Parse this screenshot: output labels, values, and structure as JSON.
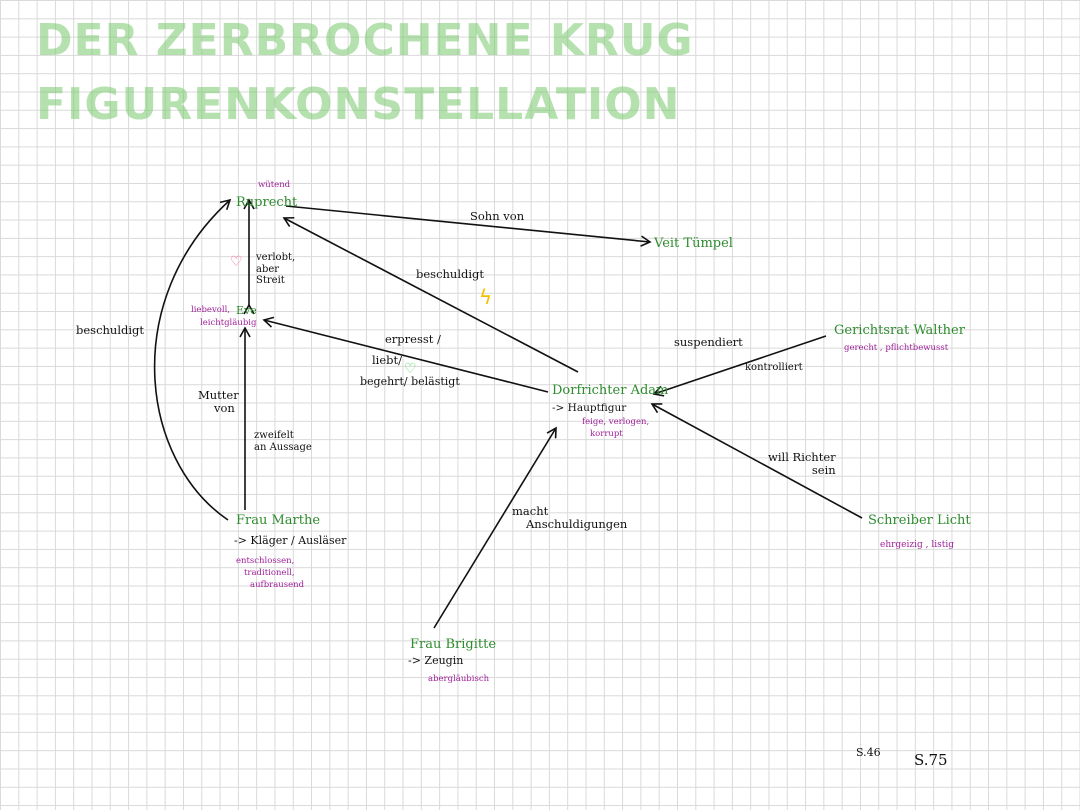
{
  "title": {
    "line1": "DER ZERBROCHENE  KRUG",
    "line2": "FIGURENKONSTELLATION"
  },
  "characters": {
    "ruprecht": {
      "name": "Ruprecht",
      "trait": "wütend"
    },
    "veit": {
      "name": "Veit  Tümpel"
    },
    "eve": {
      "name": "Eve",
      "traits": [
        "liebevoll,",
        "leichtgläubig"
      ]
    },
    "adam": {
      "name": "Dorfrichter  Adam",
      "role": "-> Hauptfigur",
      "traits": [
        "feige, verlogen,",
        "korrupt"
      ]
    },
    "walther": {
      "name": "Gerichtsrat  Walther",
      "traits": "gerecht , pflichtbewusst"
    },
    "marthe": {
      "name": "Frau  Marthe",
      "role": "-> Kläger / Ausläser",
      "traits": [
        "entschlossen,",
        "traditionell,",
        "aufbrausend"
      ]
    },
    "licht": {
      "name": "Schreiber  Licht",
      "traits": "ehrgeizig , listig"
    },
    "brigitte": {
      "name": "Frau  Brigitte",
      "role": "-> Zeugin",
      "trait": "abergläubisch"
    }
  },
  "relations": {
    "sohn_von": "Sohn  von",
    "beschuldigt_left": "beschuldigt",
    "beschuldigt_adam": "beschuldigt",
    "verlobt": [
      "verlobt,",
      "aber",
      "Streit"
    ],
    "erpresst": "erpresst /",
    "liebt": "liebt/",
    "begehrt": "begehrt/  belästigt",
    "suspendiert": "suspendiert",
    "kontrolliert": "kontrolliert",
    "mutter_von": [
      "Mutter",
      "von"
    ],
    "zweifelt": [
      "zweifelt",
      "an  Aussage"
    ],
    "will_richter": [
      "will  Richter",
      "sein"
    ],
    "macht": [
      "macht",
      "Anschuldigungen"
    ]
  },
  "symbols": {
    "heart_pink": "♡",
    "heart_green": "♡",
    "lightning": "ϟ"
  },
  "page_refs": {
    "ref1": "S.46",
    "ref2": "S.75"
  },
  "colors": {
    "name_green": "#2e8b2e",
    "trait_purple": "#a0209a",
    "title_green": "#7cc86e",
    "heart_pink": "#ff5fa0",
    "heart_green": "#5cd65c",
    "lightning": "#f2c200"
  }
}
